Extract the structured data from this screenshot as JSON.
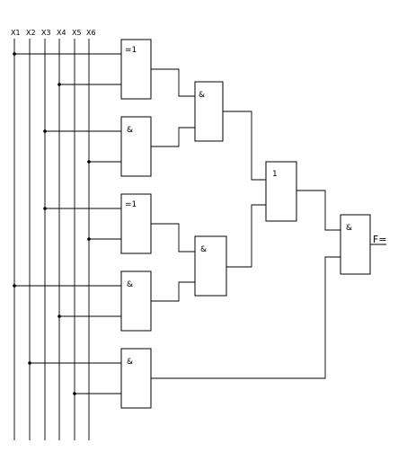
{
  "inputs": [
    "X1",
    "X2",
    "X3",
    "X4",
    "X5",
    "X6"
  ],
  "gates": [
    {
      "id": "g1",
      "symbol": "=1"
    },
    {
      "id": "g2",
      "symbol": "&"
    },
    {
      "id": "g3",
      "symbol": "=1"
    },
    {
      "id": "g4",
      "symbol": "&"
    },
    {
      "id": "g5",
      "symbol": "&"
    },
    {
      "id": "g6",
      "symbol": "&"
    },
    {
      "id": "g7",
      "symbol": "&"
    },
    {
      "id": "g8",
      "symbol": "1"
    },
    {
      "id": "g9",
      "symbol": "&"
    }
  ],
  "output_label": "F="
}
